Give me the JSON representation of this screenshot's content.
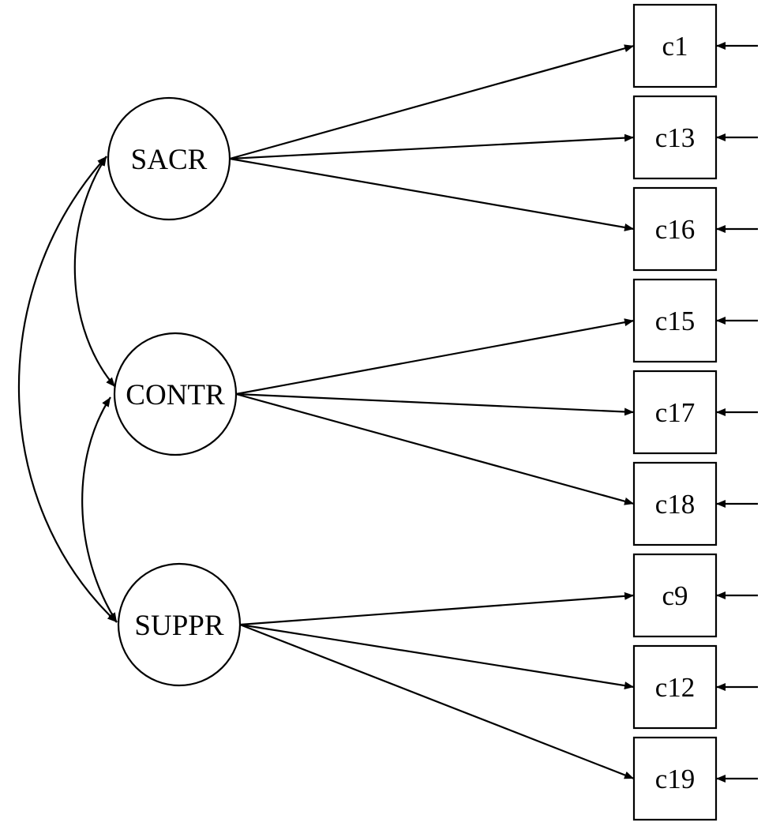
{
  "latents": [
    {
      "id": "sacr",
      "label": "SACR"
    },
    {
      "id": "contr",
      "label": "CONTR"
    },
    {
      "id": "suppr",
      "label": "SUPPR"
    }
  ],
  "indicators": [
    {
      "id": "c1",
      "label": "c1",
      "factor": "sacr"
    },
    {
      "id": "c13",
      "label": "c13",
      "factor": "sacr"
    },
    {
      "id": "c16",
      "label": "c16",
      "factor": "sacr"
    },
    {
      "id": "c15",
      "label": "c15",
      "factor": "contr"
    },
    {
      "id": "c17",
      "label": "c17",
      "factor": "contr"
    },
    {
      "id": "c18",
      "label": "c18",
      "factor": "contr"
    },
    {
      "id": "c9",
      "label": "c9",
      "factor": "suppr"
    },
    {
      "id": "c12",
      "label": "c12",
      "factor": "suppr"
    },
    {
      "id": "c19",
      "label": "c19",
      "factor": "suppr"
    }
  ],
  "covariances": [
    [
      "sacr",
      "contr"
    ],
    [
      "contr",
      "suppr"
    ],
    [
      "sacr",
      "suppr"
    ]
  ]
}
